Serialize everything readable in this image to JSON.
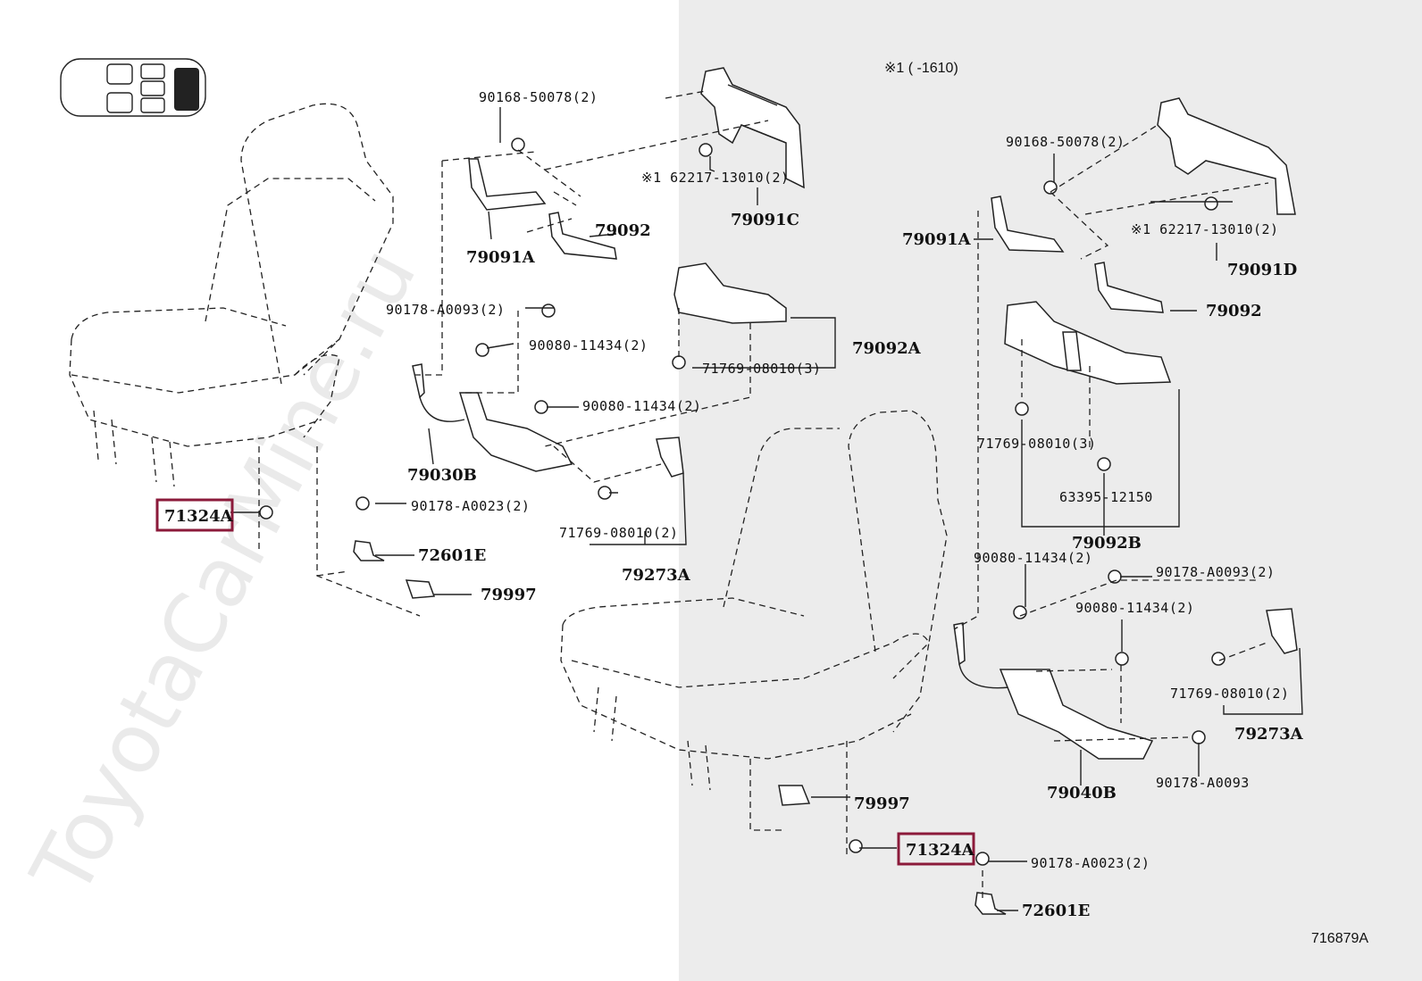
{
  "watermark": "ToyotaCarMine.ru",
  "note": "※1 (        -1610)",
  "diagram_id": "716879A",
  "highlight_color": "#8b1a3a",
  "labels": {
    "l1": "90168-50078(2)",
    "l2": "※1 62217-13010(2)",
    "l3": "79091C",
    "l4": "79092",
    "l5": "79091A",
    "l6": "90178-A0093(2)",
    "l7": "90080-11434(2)",
    "l8": "79092A",
    "l9": "71769-08010(3)",
    "l10": "90080-11434(2)",
    "l11": "79030B",
    "l12": "71324A",
    "l13": "90178-A0023(2)",
    "l14": "72601E",
    "l15": "71769-08010(2)",
    "l16": "79997",
    "l17": "79273A",
    "r1": "90168-50078(2)",
    "r2": "79091A",
    "r3": "※1 62217-13010(2)",
    "r4": "79091D",
    "r5": "79092",
    "r6": "71769-08010(3)",
    "r7": "63395-12150",
    "r8": "79092B",
    "r9": "90080-11434(2)",
    "r10": "90178-A0093(2)",
    "r11": "90080-11434(2)",
    "r12": "71769-08010(2)",
    "r13": "79273A",
    "r14": "79040B",
    "r15": "90178-A0093",
    "r16": "79997",
    "r17": "71324A",
    "r18": "90178-A0023(2)",
    "r19": "72601E"
  }
}
